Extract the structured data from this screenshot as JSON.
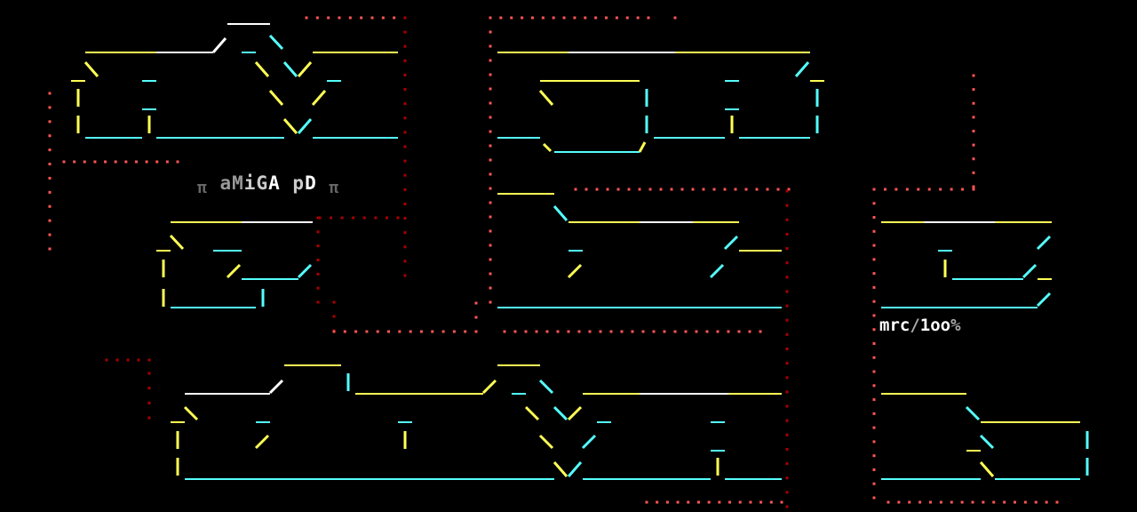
{
  "art": {
    "title": {
      "left_glyph": "π",
      "part1": "aM",
      "part2": "iG",
      "part3": "A",
      "space": " ",
      "part4": "p",
      "part5": "D",
      "right_glyph": "π"
    },
    "signature": {
      "name": "mrc",
      "slash": "/",
      "num": "1oo",
      "percent": "%"
    }
  },
  "colors": {
    "background": "#000000",
    "yellow": "#ffff55",
    "cyan": "#55ffff",
    "white": "#ffffff",
    "red_dots": "#ff5555",
    "dark_red_dots": "#aa0000"
  }
}
